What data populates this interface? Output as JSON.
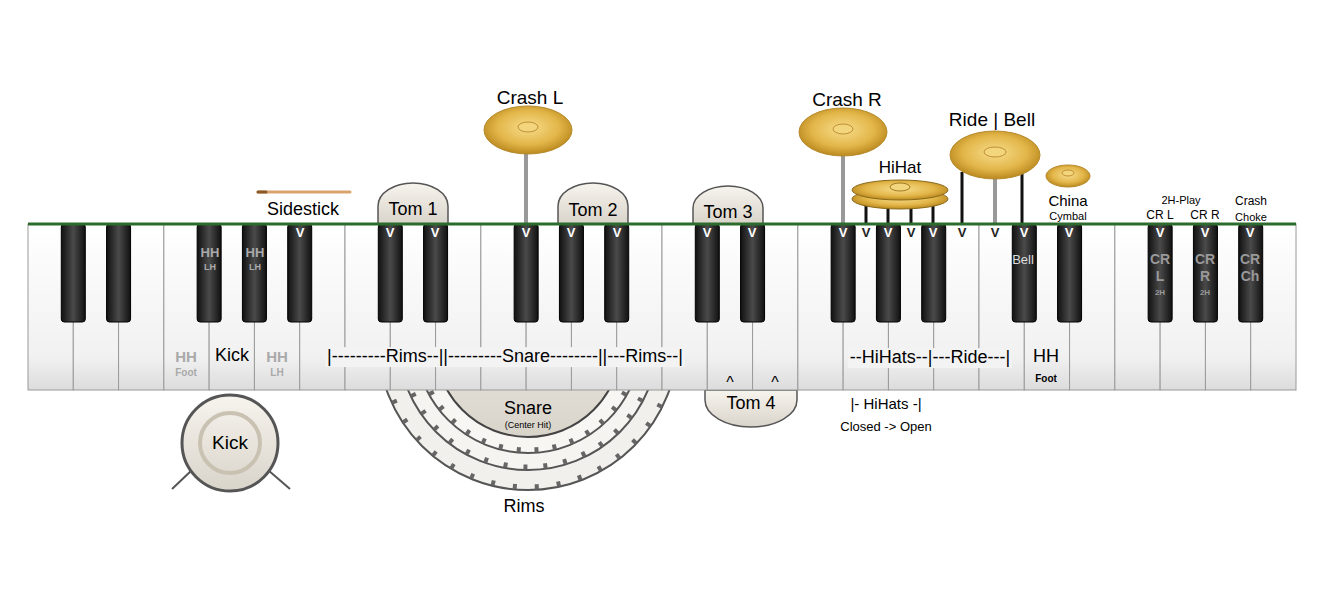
{
  "diagram": {
    "nodes": [
      {
        "text": [
          "Crash L"
        ]
      },
      {
        "text": [
          "Crash R"
        ]
      },
      {
        "text": [
          "HiHat"
        ]
      },
      {
        "text": [
          "Ride | Bell"
        ]
      },
      {
        "text": [
          "China",
          "Cymbal"
        ]
      },
      {
        "text": [
          "Tom 1"
        ]
      },
      {
        "text": [
          "Tom 2"
        ]
      },
      {
        "text": [
          "Tom 3"
        ]
      },
      {
        "text": [
          "Tom 4"
        ]
      },
      {
        "text": [
          "Rims"
        ]
      },
      {
        "text": [
          "Snare",
          "(Center Hit)"
        ],
        "in": 9
      },
      {
        "text": [
          "Kick"
        ]
      }
    ],
    "labels": [
      "Sidestick",
      "V",
      "V",
      "V",
      "V",
      "V",
      "V",
      "V",
      "V",
      "V",
      "V",
      "V",
      "V",
      "V",
      "V",
      "V",
      "V",
      "V",
      "V",
      "V",
      "V",
      "HH",
      "LH",
      "HH",
      "LH",
      "Bell",
      "CR",
      "L",
      "2H",
      "CR",
      "R",
      "2H",
      "CR",
      "Ch",
      "HH",
      "Foot",
      "Kick",
      "HH",
      "LH",
      "|---------Rims--||---------Snare--------||---Rims--|",
      "--HiHats--|---Ride---|",
      "HH",
      "Foot",
      "^",
      "^",
      "|- HiHats -|",
      "Closed -> Open",
      "2H-Play",
      "CR L",
      "CR R",
      "Crash",
      "Choke"
    ]
  }
}
